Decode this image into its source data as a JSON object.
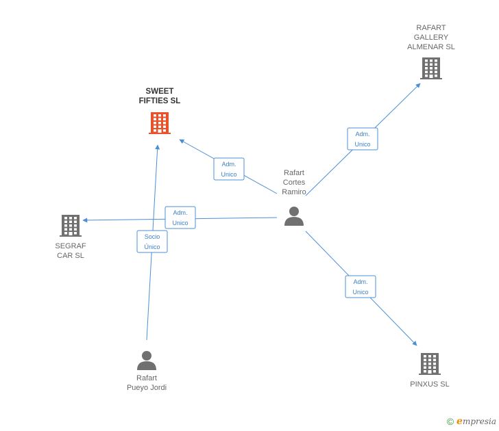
{
  "nodes": [
    {
      "id": "sweet",
      "type": "company",
      "focus": true,
      "label": [
        "SWEET",
        "FIFTIES SL"
      ],
      "color": "#e8532b"
    },
    {
      "id": "rafart_gallery",
      "type": "company",
      "label": [
        "RAFART",
        "GALLERY",
        "ALMENAR SL"
      ],
      "color": "#707070"
    },
    {
      "id": "segraf",
      "type": "company",
      "label": [
        "SEGRAF",
        "CAR SL"
      ],
      "color": "#707070"
    },
    {
      "id": "pinxus",
      "type": "company",
      "label": [
        "PINXUS SL"
      ],
      "color": "#707070"
    },
    {
      "id": "rafart_cortes",
      "type": "person",
      "label": [
        "Rafart",
        "Cortes",
        "Ramiro"
      ],
      "color": "#707070"
    },
    {
      "id": "rafart_pueyo",
      "type": "person",
      "label": [
        "Rafart",
        "Pueyo Jordi"
      ],
      "color": "#707070"
    }
  ],
  "edges": [
    {
      "from": "rafart_cortes",
      "to": "sweet",
      "label": [
        "Adm.",
        "Unico"
      ]
    },
    {
      "from": "rafart_cortes",
      "to": "rafart_gallery",
      "label": [
        "Adm.",
        "Unico"
      ]
    },
    {
      "from": "rafart_cortes",
      "to": "segraf",
      "label": [
        "Adm.",
        "Unico"
      ]
    },
    {
      "from": "rafart_cortes",
      "to": "pinxus",
      "label": [
        "Adm.",
        "Unico"
      ]
    },
    {
      "from": "rafart_pueyo",
      "to": "sweet",
      "label": [
        "Socio",
        "Único"
      ]
    }
  ],
  "footer": {
    "copyright_symbol": "©",
    "brand_initial": "e",
    "brand_rest": "mpresia"
  },
  "colors": {
    "edge": "#4a8fd6",
    "focus": "#e8532b",
    "node": "#707070"
  }
}
